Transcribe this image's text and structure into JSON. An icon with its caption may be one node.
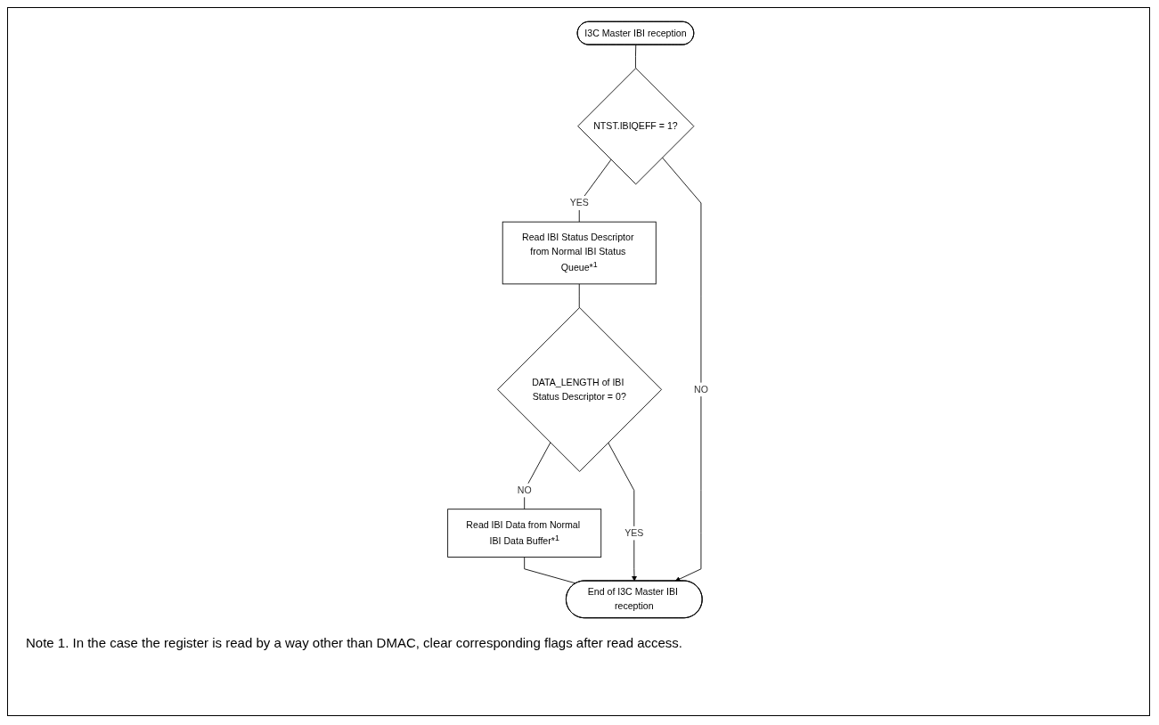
{
  "diagram": {
    "nodes": [
      {
        "text": [
          "I3C Master IBI reception"
        ]
      },
      {
        "text": [
          "NTST.IBIQEFF = 1?"
        ]
      },
      {
        "text": [
          "Read IBI Status Descriptor from Normal IBI Status Queue*$^{1}$"
        ]
      },
      {
        "text": [
          "DATA_LENGTH of IBI Status Descriptor = 0?"
        ]
      },
      {
        "text": [
          "Read IBI Data from Normal IBI Data Buffer*$^{1}$"
        ]
      },
      {
        "text": [
          "End of I3C Master IBI reception"
        ]
      }
    ],
    "edges": [
      {
        "from": 0,
        "to": 1,
        "arrow": "none"
      },
      {
        "from": 1,
        "to": 2,
        "arrow": "none",
        "label": "YES"
      },
      {
        "from": 2,
        "to": 3,
        "arrow": "none"
      },
      {
        "from": 3,
        "to": 4,
        "arrow": "none",
        "label": "NO"
      },
      {
        "from": 4,
        "to": 5,
        "arrow": "none"
      },
      {
        "from": 1,
        "to": 5,
        "arrow": "to",
        "label": "NO"
      },
      {
        "from": 3,
        "to": 5,
        "arrow": "to",
        "label": "YES"
      }
    ],
    "labels": [
      "Note 1. In the case the register is read by a way other than DMAC, clear corresponding flags after read access."
    ]
  }
}
